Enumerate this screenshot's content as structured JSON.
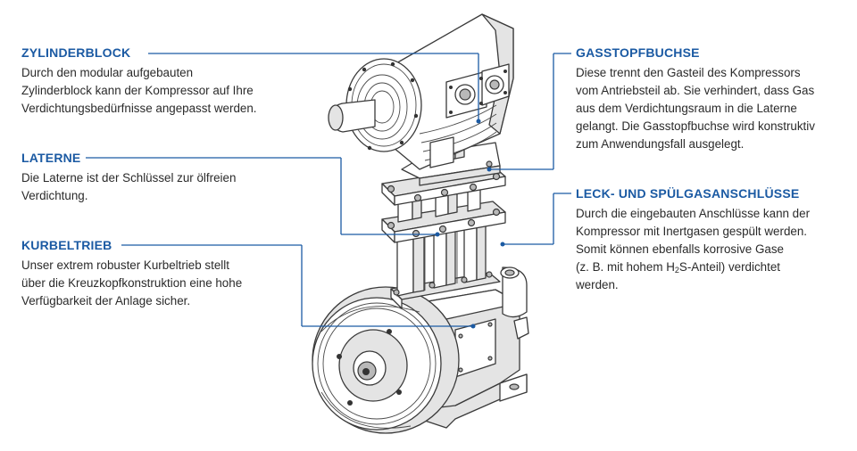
{
  "colors": {
    "accent": "#1b5aa3",
    "text": "#2a2a2a",
    "line": "#1b5aa3"
  },
  "callouts": [
    {
      "title": "ZYLINDERBLOCK",
      "lines": [
        "Durch den modular aufgebauten",
        "Zylinderblock kann der Kompressor auf Ihre",
        "Verdichtungsbedürfnisse angepasst werden."
      ]
    },
    {
      "title": "LATERNE",
      "lines": [
        "Die Laterne ist der Schlüssel zur ölfreien",
        "Verdichtung."
      ]
    },
    {
      "title": "KURBELTRIEB",
      "lines": [
        "Unser extrem robuster Kurbeltrieb stellt",
        "über die Kreuzkopfkonstruktion eine hohe",
        "Verfügbarkeit der Anlage sicher."
      ]
    },
    {
      "title": "GASSTOPFBUCHSE",
      "lines": [
        "Diese trennt den Gasteil des Kompressors",
        "vom Antriebsteil ab. Sie verhindert, dass Gas",
        "aus dem Verdichtungsraum in die Laterne",
        "gelangt. Die Gasstopfbuchse wird konstruktiv",
        "zum Anwendungsfall ausgelegt."
      ]
    },
    {
      "title": "LECK- UND SPÜLGASANSCHLÜSSE",
      "lines": [
        "Durch die eingebauten Anschlüsse kann der",
        "Kompressor mit Inertgasen gespült werden.",
        "Somit können ebenfalls korrosive Gase"
      ],
      "formula_line": {
        "before": "(z. B. mit hohem H",
        "sub": "2",
        "after": "S-Anteil) verdichtet"
      },
      "last_line": "werden."
    }
  ]
}
